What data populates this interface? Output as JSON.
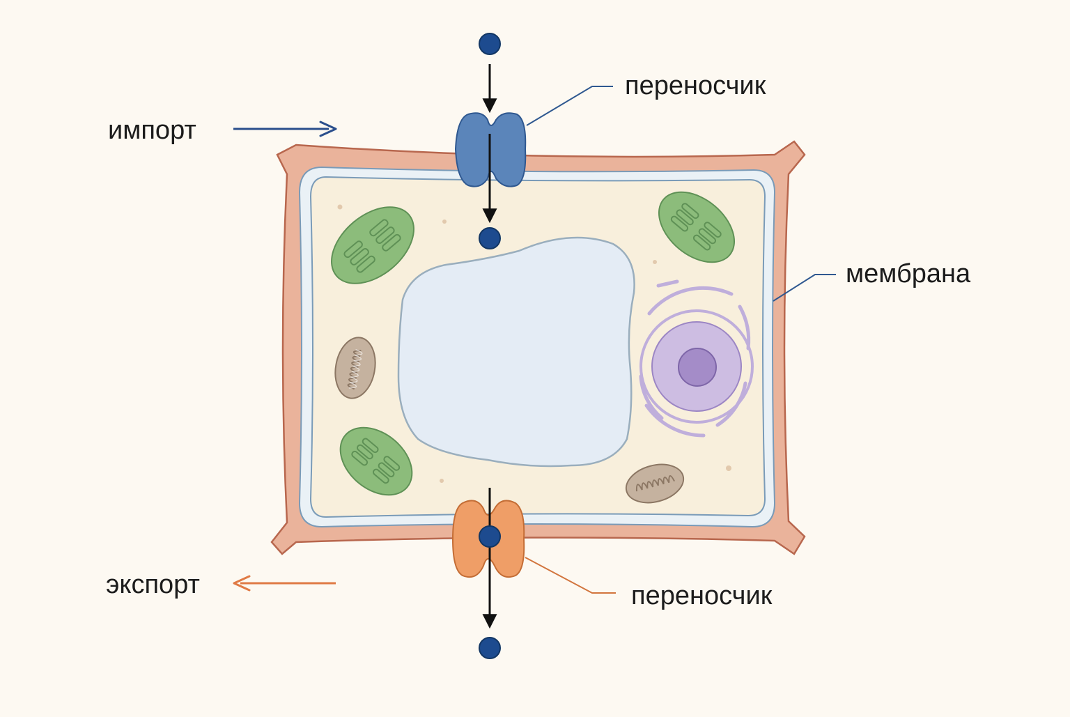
{
  "labels": {
    "import": "импорт",
    "export": "экспорт",
    "carrier_top": "переносчик",
    "carrier_bottom": "переносчик",
    "membrane": "мембрана"
  },
  "colors": {
    "background": "#fdf9f2",
    "cell_wall": "#eab39b",
    "cell_wall_stroke": "#b8674e",
    "membrane": "#eaf1f6",
    "membrane_stroke": "#7a9bb8",
    "cytoplasm": "#f8efdc",
    "vacuole": "#e4ecf5",
    "chloroplast": "#8cbc7b",
    "mitochondrion": "#c5b29f",
    "nucleus": "#cdbde2",
    "nucleolus": "#a48cc8",
    "import_carrier": "#5b85ba",
    "export_carrier": "#ef9e67",
    "molecule": "#1d4b8f",
    "import_arrow": "#2a4e8c",
    "export_arrow": "#e07a45"
  }
}
